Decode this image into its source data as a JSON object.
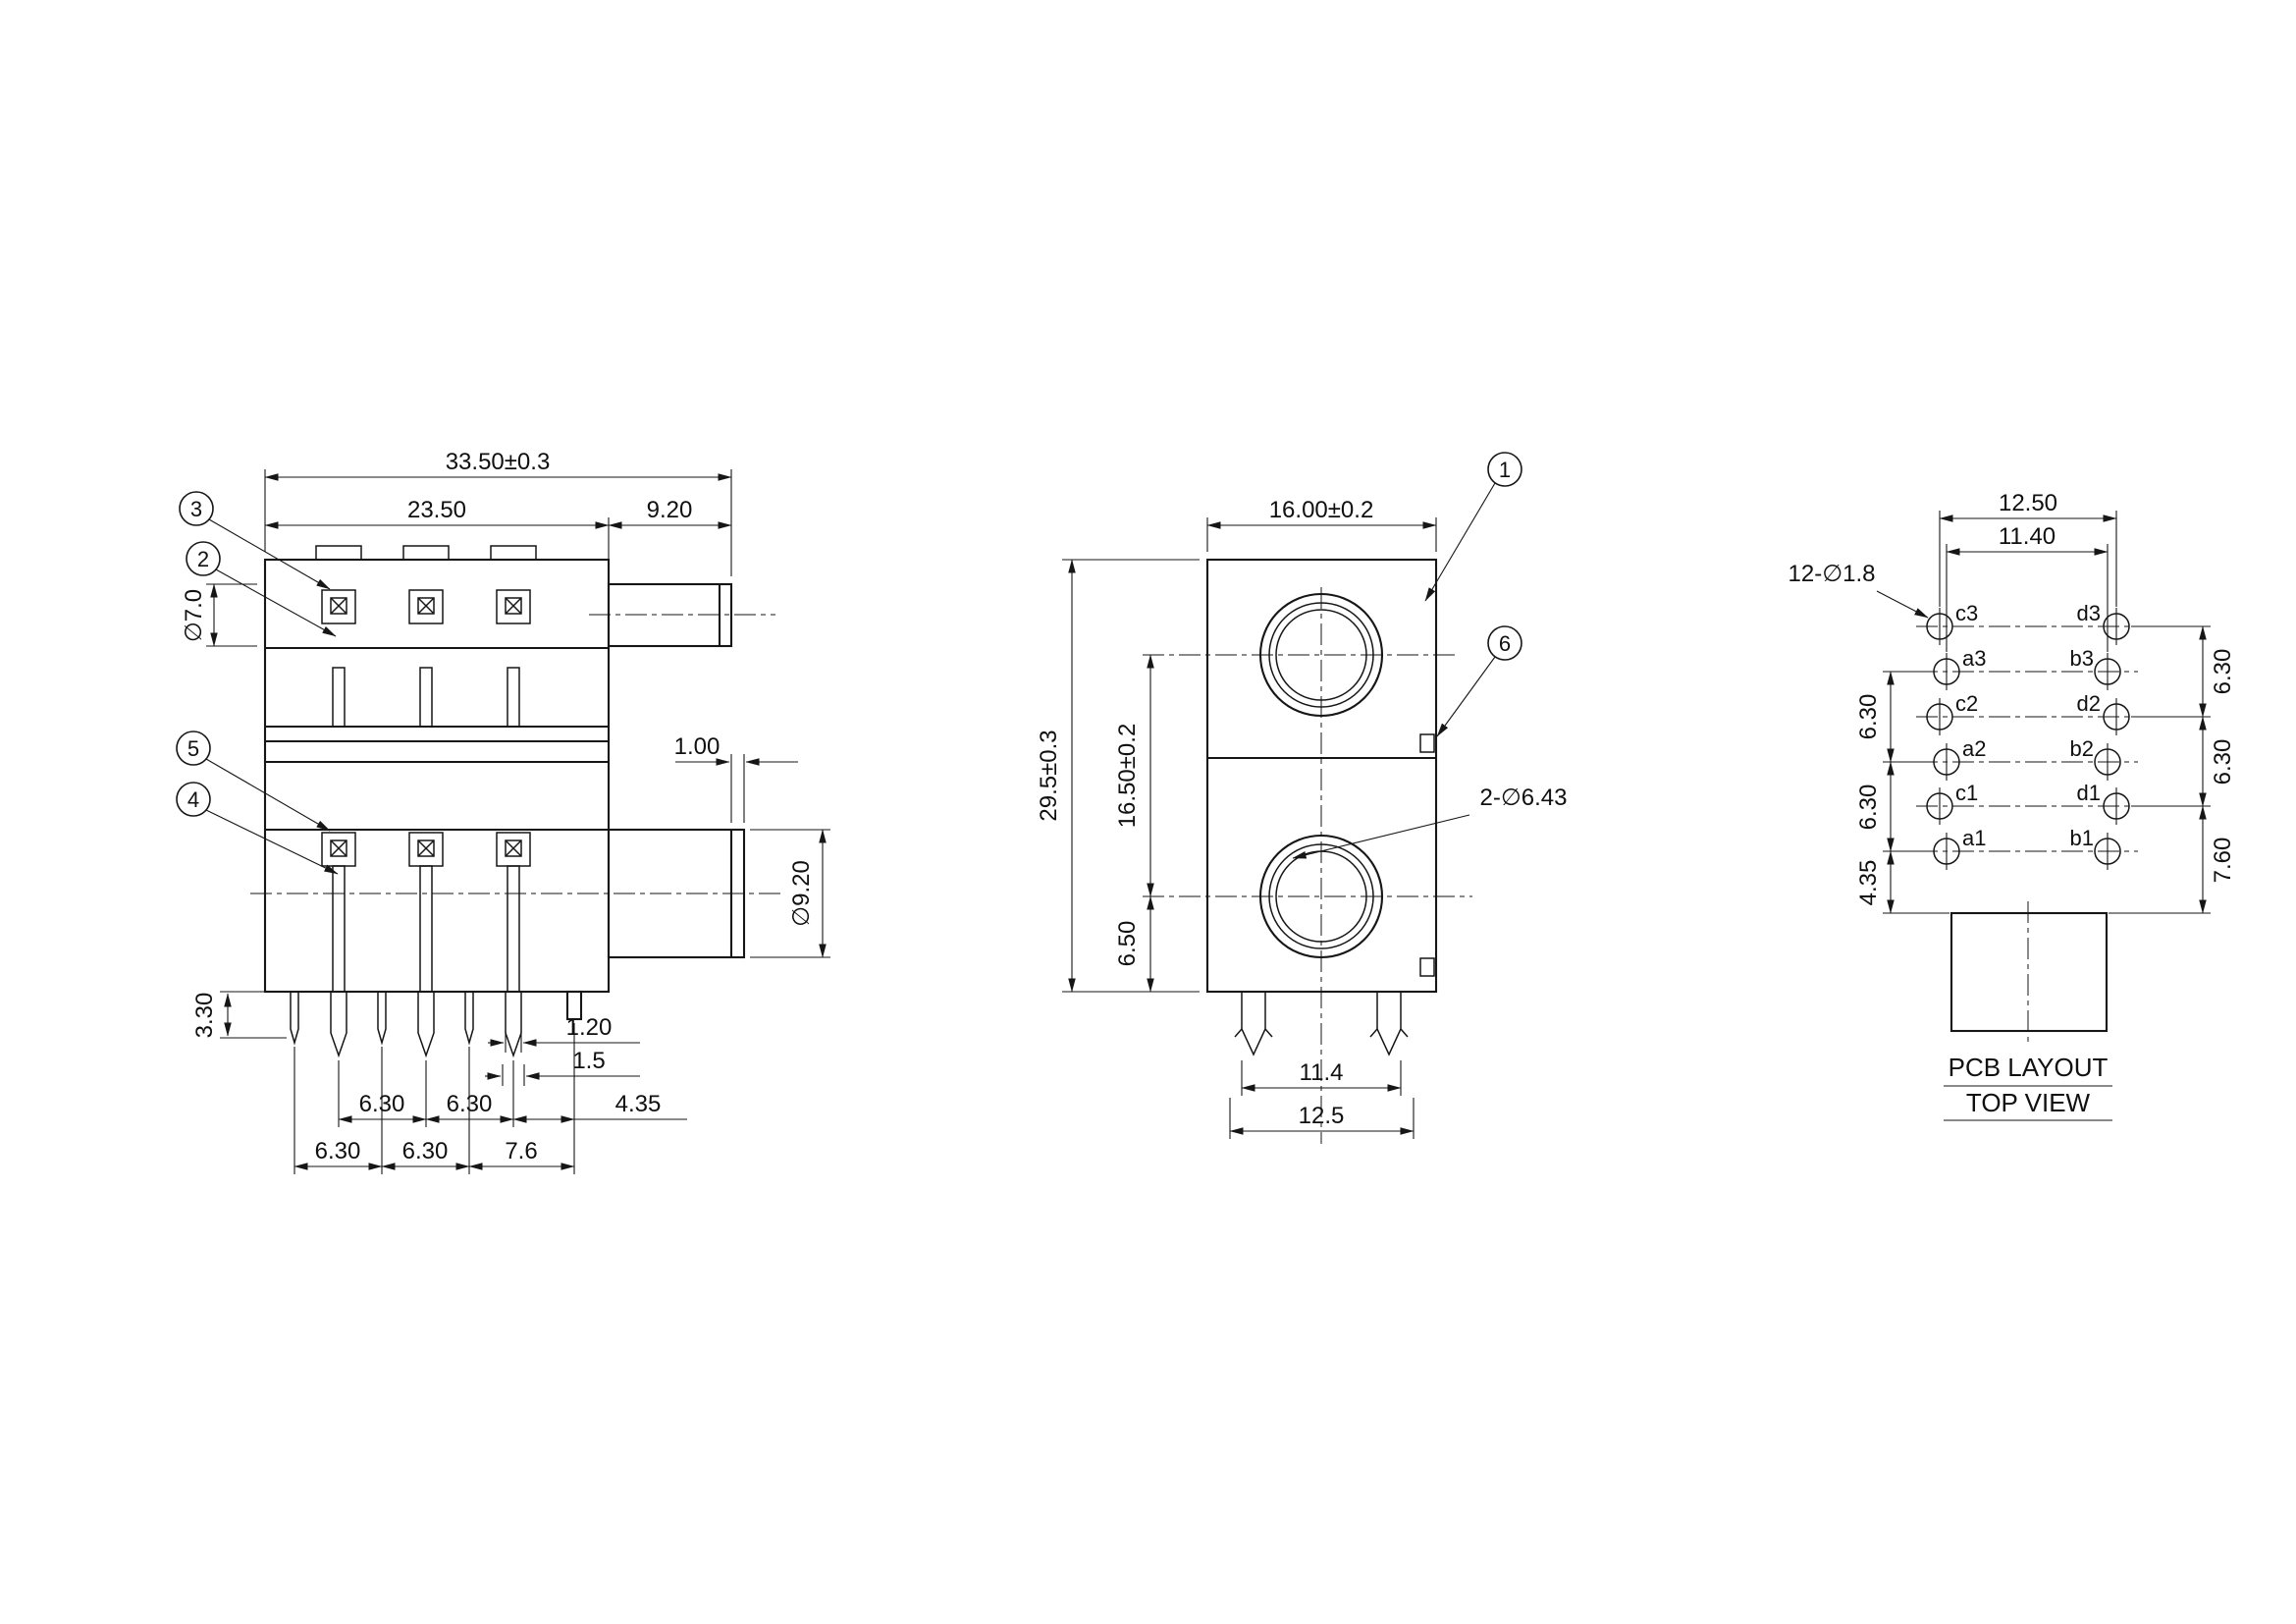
{
  "drawing": {
    "side_view": {
      "balloons": [
        "3",
        "2",
        "5",
        "4"
      ],
      "dims": {
        "total_width": "33.50±0.3",
        "body_width": "23.50",
        "barrel_length": "9.20",
        "top_barrel_dia": "∅7.0",
        "flange_step": "1.00",
        "bottom_barrel_dia": "∅9.20",
        "pin_length": "3.30",
        "pin_width_inner": "1.20",
        "pin_width_outer": "1.5",
        "row1": [
          "6.30",
          "6.30",
          "4.35"
        ],
        "row2": [
          "6.30",
          "6.30",
          "7.6"
        ]
      }
    },
    "front_view": {
      "balloons": [
        "1",
        "6"
      ],
      "dims": {
        "width": "16.00±0.2",
        "height": "29.5±0.3",
        "center_spacing": "16.50±0.2",
        "bottom_offset": "6.50",
        "jack_holes": "2-∅6.43",
        "leg_span": "11.4",
        "base_width": "12.5"
      }
    },
    "pcb_view": {
      "dims": {
        "outer_width": "12.50",
        "inner_width": "11.40",
        "hole_note": "12-∅1.8",
        "left": [
          "6.30",
          "6.30",
          "4.35"
        ],
        "right": [
          "6.30",
          "6.30",
          "7.60"
        ]
      },
      "pins": [
        "c3",
        "d3",
        "a3",
        "b3",
        "c2",
        "d2",
        "a2",
        "b2",
        "c1",
        "d1",
        "a1",
        "b1"
      ],
      "caption_line1": "PCB LAYOUT",
      "caption_line2": "TOP VIEW"
    }
  }
}
